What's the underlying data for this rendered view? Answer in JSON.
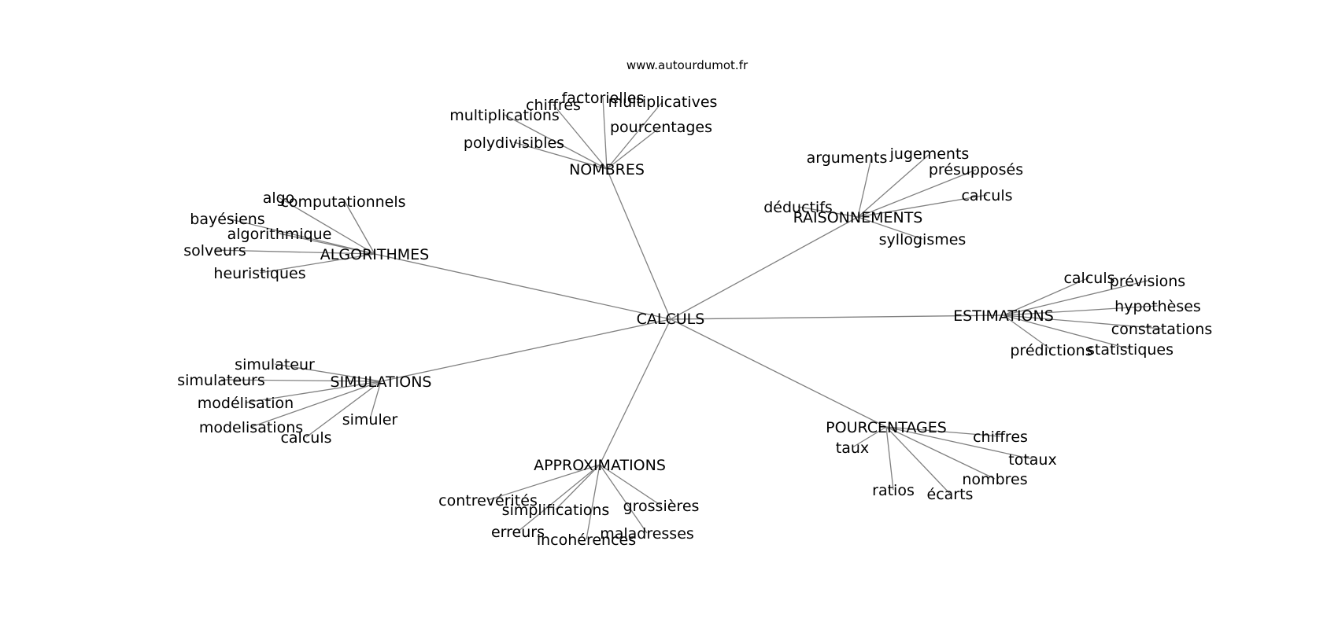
{
  "site": "www.autourdumot.fr",
  "center": "CALCULS",
  "clusters": [
    {
      "hub": "NOMBRES",
      "words": [
        "factorielles",
        "multiplicatives",
        "chiffres",
        "multiplications",
        "pourcentages",
        "polydivisibles"
      ]
    },
    {
      "hub": "RAISONNEMENTS",
      "words": [
        "arguments",
        "jugements",
        "présupposés",
        "déductifs",
        "calculs",
        "syllogismes"
      ]
    },
    {
      "hub": "ALGORITHMES",
      "words": [
        "algo",
        "computationnels",
        "bayésiens",
        "algorithmique",
        "solveurs",
        "heuristiques"
      ]
    },
    {
      "hub": "ESTIMATIONS",
      "words": [
        "calculs",
        "prévisions",
        "hypothèses",
        "constatations",
        "prédictions",
        "statistiques"
      ]
    },
    {
      "hub": "SIMULATIONS",
      "words": [
        "simulateur",
        "simulateurs",
        "modélisation",
        "modelisations",
        "calculs",
        "simuler"
      ]
    },
    {
      "hub": "POURCENTAGES",
      "words": [
        "taux",
        "chiffres",
        "totaux",
        "nombres",
        "ratios",
        "écarts"
      ]
    },
    {
      "hub": "APPROXIMATIONS",
      "words": [
        "contrevérités",
        "simplifications",
        "grossières",
        "erreurs",
        "incohérences",
        "maladresses"
      ]
    }
  ]
}
